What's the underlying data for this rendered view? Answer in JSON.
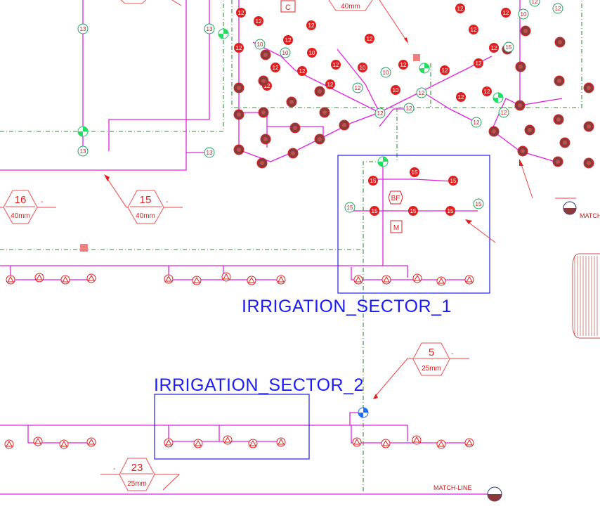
{
  "sectors": {
    "sector1": "IRRIGATION_SECTOR_1",
    "sector2": "IRRIGATION_SECTOR_2"
  },
  "tags": {
    "t16": {
      "num": "16",
      "size": "40mm",
      "dash": "-"
    },
    "t15": {
      "num": "15",
      "size": "40mm",
      "dash": "-"
    },
    "t40": {
      "size": "40mm"
    },
    "t5": {
      "num": "5",
      "size": "25mm",
      "dash": "-"
    },
    "t23": {
      "num": "23",
      "size": "25mm",
      "dash": "-"
    }
  },
  "markers": {
    "valve_c": "C",
    "backflow": "BF",
    "meter": "M"
  },
  "match_lines": {
    "right": "MATCH",
    "bottom": "MATCH-LINE"
  },
  "colors": {
    "pipe": "#e020e0",
    "boundary": "#3a8a3a",
    "sector_box": "#2020e0",
    "head_red": "#e02020",
    "head_brown": "#8a3a3a",
    "valve": "#20e060",
    "annotation": "#f04040"
  }
}
